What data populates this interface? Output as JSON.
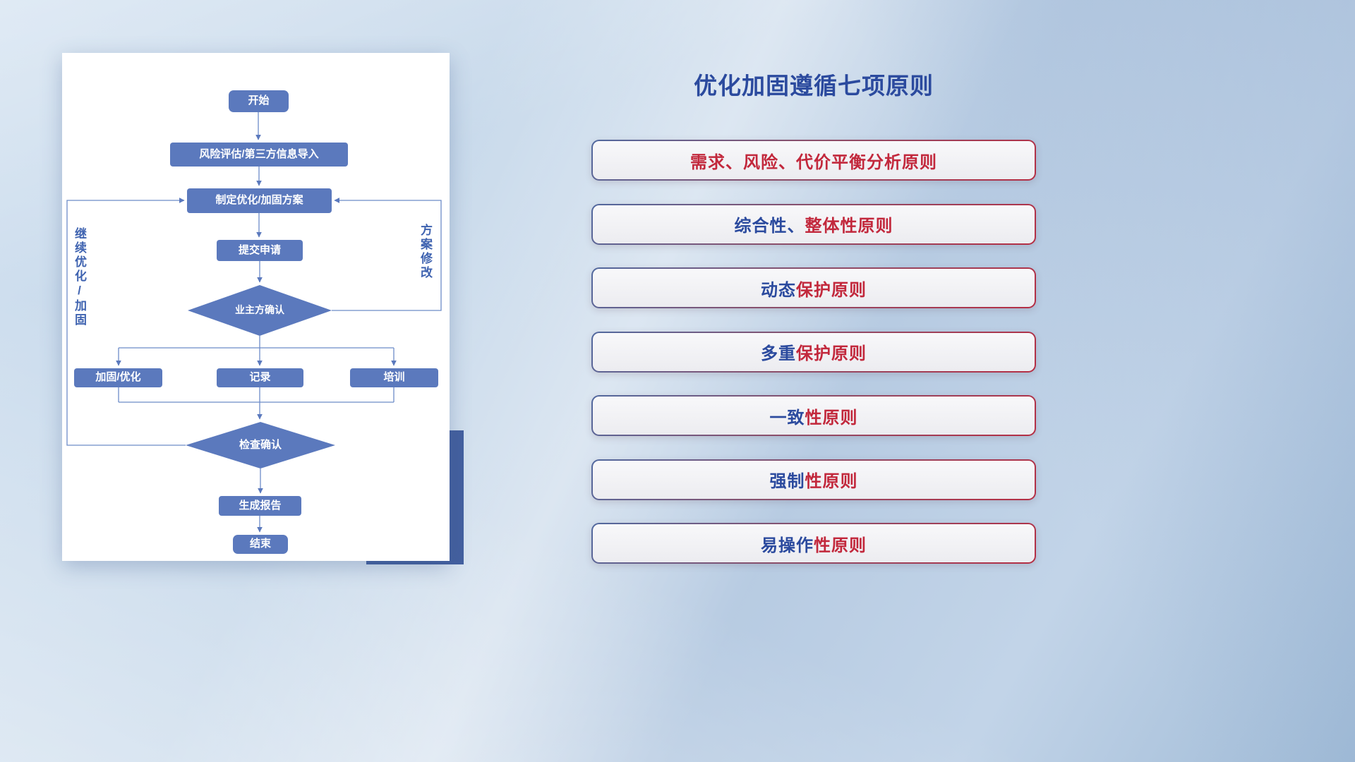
{
  "flowchart": {
    "nodes": {
      "start": "开始",
      "risk_import": "风险评估/第三方信息导入",
      "plan": "制定优化/加固方案",
      "submit": "提交申请",
      "owner_confirm": "业主方确认",
      "reinforce": "加固/优化",
      "record": "记录",
      "training": "培训",
      "check_confirm": "检查确认",
      "report": "生成报告",
      "end": "结束"
    },
    "loop_labels": {
      "left": "继续优化/加固",
      "right": "方案修改"
    }
  },
  "principles": {
    "title": "优化加固遵循七项原则",
    "items": [
      {
        "blue": "",
        "red": "需求、风险、代价平衡分析原则"
      },
      {
        "blue": "综合性、",
        "red": "整体性原则"
      },
      {
        "blue": "动态",
        "red": "保护原则"
      },
      {
        "blue": "多重",
        "red": "保护原则"
      },
      {
        "blue": "一致",
        "red": "性原则"
      },
      {
        "blue": "强制",
        "red": "性原则"
      },
      {
        "blue": "易操作",
        "red": "性原则"
      }
    ]
  },
  "colors": {
    "node_fill": "#5b79bd",
    "connector_line": "#6c8cc8",
    "title_blue": "#2b4a9e",
    "principle_red": "#c2283c",
    "principle_blue": "#2b4a9e",
    "accent_block": "#44609f"
  }
}
